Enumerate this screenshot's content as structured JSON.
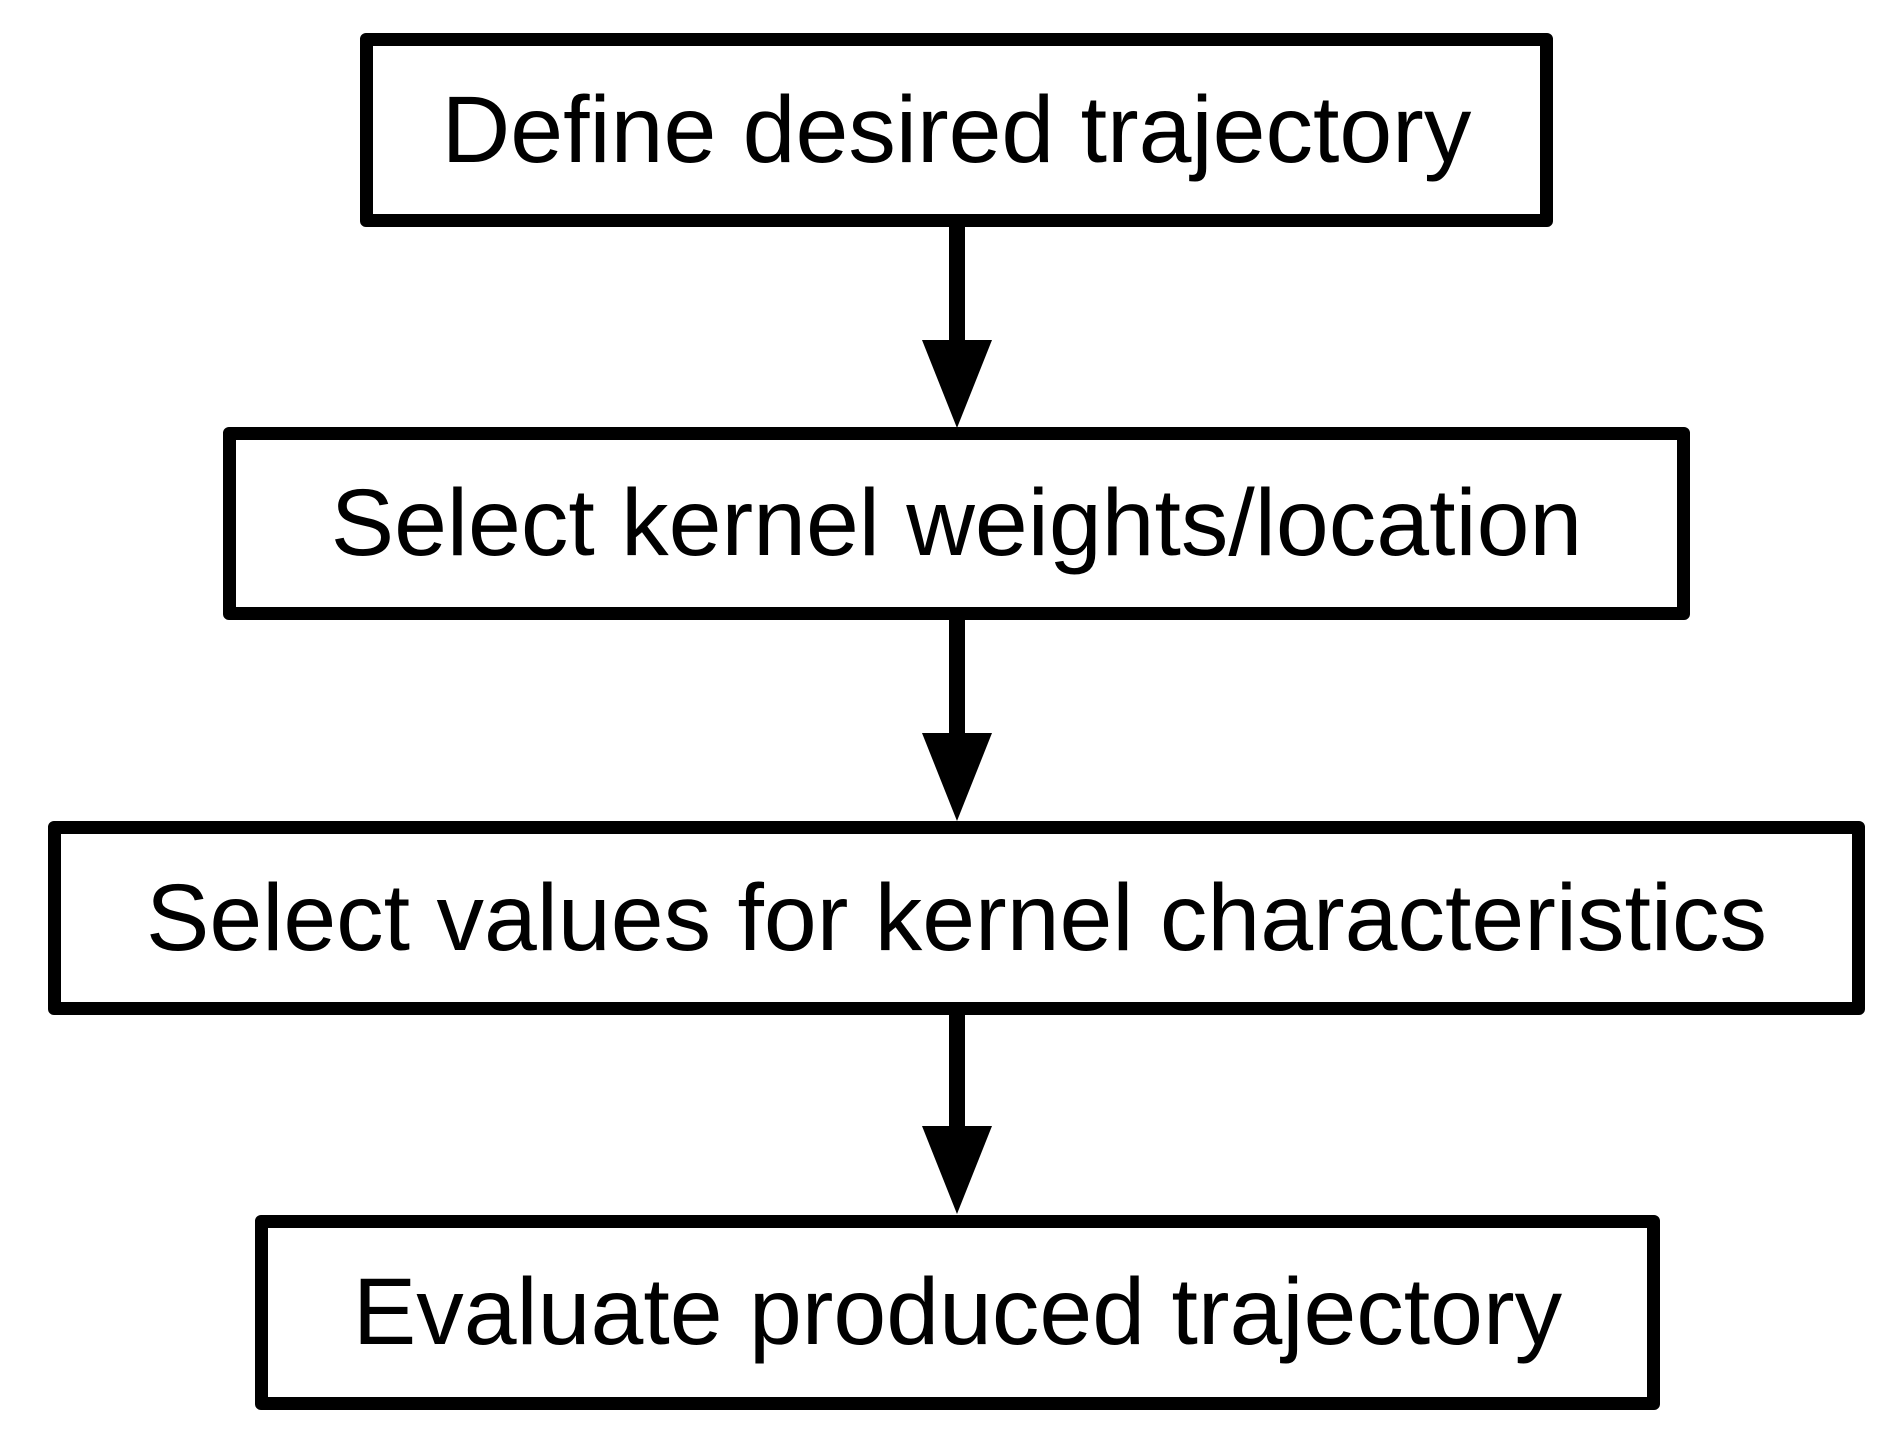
{
  "diagram": {
    "type": "flowchart",
    "direction": "top-down",
    "steps": [
      {
        "label": "Define desired trajectory"
      },
      {
        "label": "Select kernel weights/location"
      },
      {
        "label": "Select values for kernel characteristics"
      },
      {
        "label": "Evaluate produced trajectory"
      }
    ],
    "connectors": [
      {
        "from": 0,
        "to": 1,
        "icon": "arrow-down-icon"
      },
      {
        "from": 1,
        "to": 2,
        "icon": "arrow-down-icon"
      },
      {
        "from": 2,
        "to": 3,
        "icon": "arrow-down-icon"
      }
    ],
    "colors": {
      "background": "#ffffff",
      "node_fill": "#ffffff",
      "stroke": "#000000",
      "text": "#000000"
    }
  }
}
